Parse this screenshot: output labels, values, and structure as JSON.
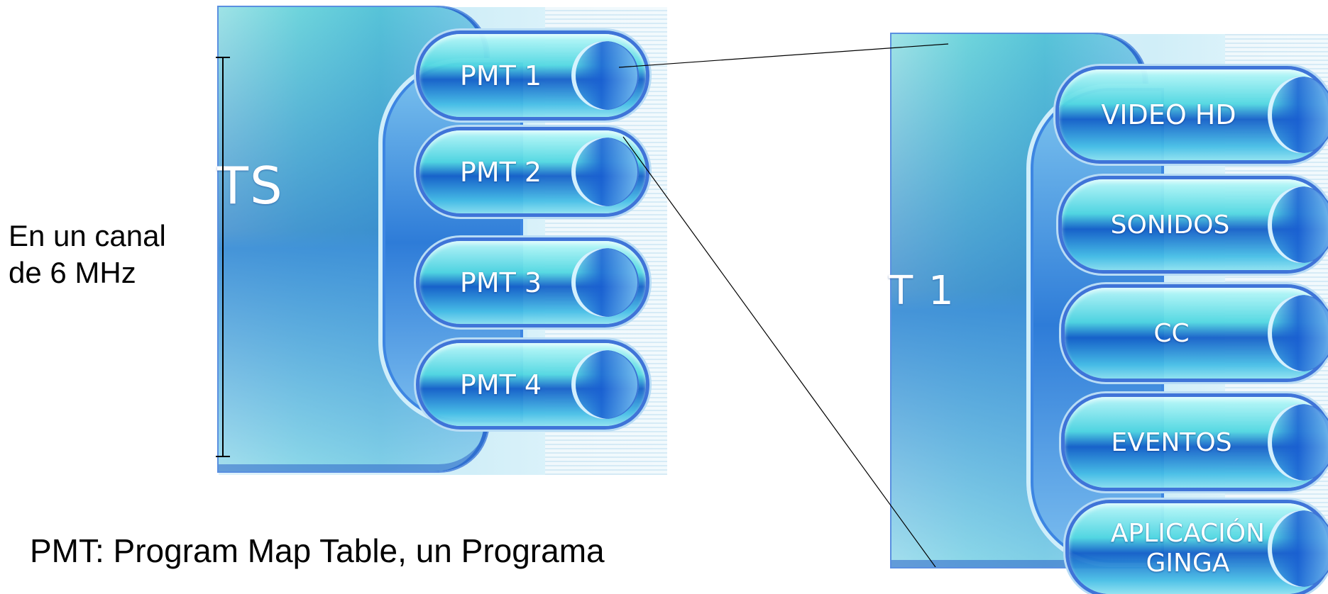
{
  "left_panel": {
    "title": "TS",
    "buttons": [
      "PMT 1",
      "PMT 2",
      "PMT 3",
      "PMT 4"
    ]
  },
  "right_panel": {
    "title": "T 1",
    "buttons": [
      "VIDEO HD",
      "SONIDOS",
      "CC",
      "EVENTOS",
      "APLICACIÓN\nGINGA"
    ]
  },
  "side_note": {
    "line1": "En un canal",
    "line2": "de 6 MHz"
  },
  "caption": "PMT: Program Map Table, un Programa"
}
